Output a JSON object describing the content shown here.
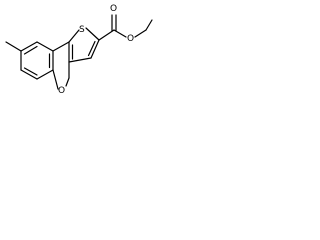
{
  "molecule": {
    "atoms": {
      "sulfur": "S",
      "carbonyl_oxygen": "O",
      "ester_oxygen": "O",
      "ring_oxygen": "O"
    }
  }
}
